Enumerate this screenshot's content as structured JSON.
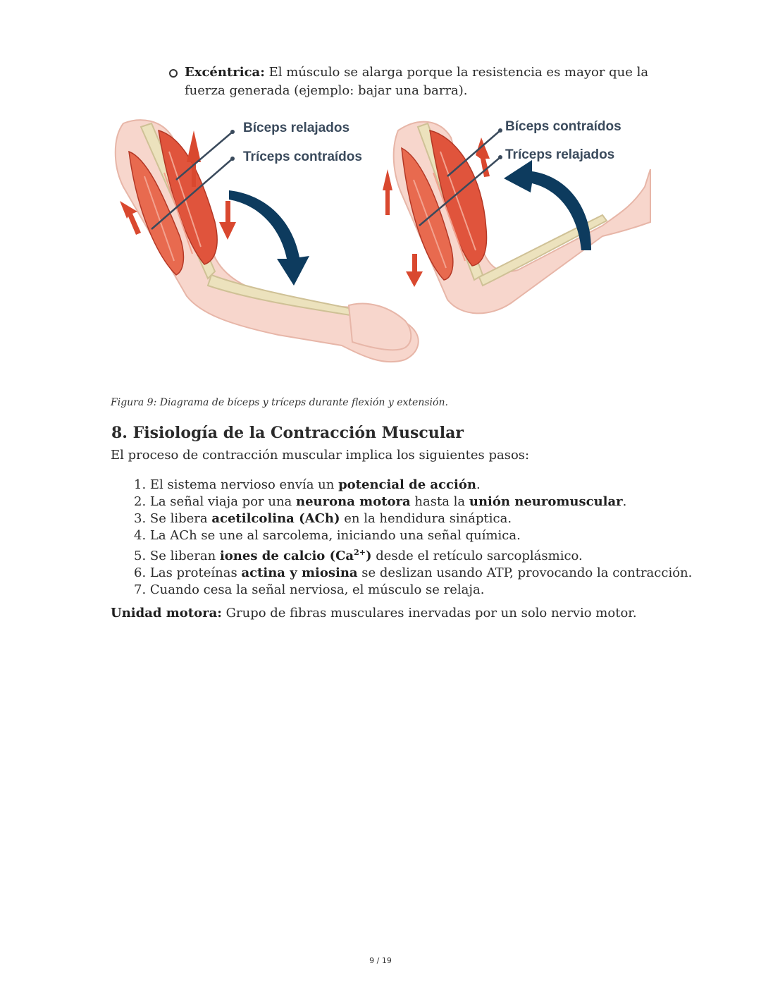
{
  "bullet": {
    "bold": "Excéntrica:",
    "text": " El músculo se alarga porque la resistencia es mayor que la fuerza generada (ejemplo: bajar una barra)."
  },
  "figure": {
    "labels": {
      "left_biceps": "Bíceps relajados",
      "left_triceps": "Tríceps contraídos",
      "right_biceps": "Bíceps contraídos",
      "right_triceps": "Tríceps relajados"
    },
    "caption": "Figura 9: Diagrama de bíceps y tríceps durante flexión y extensión.",
    "colors": {
      "muscle": "#e0543c",
      "skin": "#f6d2c8",
      "bone": "#e9dfb9",
      "arrow_navy": "#0d3b5e",
      "arrow_red": "#d9482f"
    }
  },
  "section": {
    "heading": "8. Fisiología de la Contracción Muscular",
    "intro": "El proceso de contracción muscular implica los siguientes pasos:"
  },
  "steps": [
    {
      "pre": "1. El sistema nervioso envía un ",
      "bold": "potencial de acción",
      "post": "."
    },
    {
      "pre": "2. La señal viaja por una ",
      "bold": "neurona motora",
      "mid": " hasta la ",
      "bold2": "unión neuromuscular",
      "post": "."
    },
    {
      "pre": "3. Se libera ",
      "bold": "acetilcolina (ACh)",
      "post": " en la hendidura sináptica."
    },
    {
      "pre": "4. La ACh se une al sarcolema, iniciando una señal química.",
      "bold": "",
      "post": ""
    },
    {
      "pre": "5. Se liberan ",
      "bold": "iones de calcio (Ca",
      "sup": "2+",
      "bold_end": ")",
      "post": " desde el retículo sarcoplásmico."
    },
    {
      "pre": "6. Las proteínas ",
      "bold": "actina y miosina",
      "post": " se deslizan usando ATP, provocando la contracción."
    },
    {
      "pre": "7. Cuando cesa la señal nerviosa, el músculo se relaja.",
      "bold": "",
      "post": ""
    }
  ],
  "motor_unit": {
    "bold": "Unidad motora:",
    "text": " Grupo de fibras musculares inervadas por un solo nervio motor."
  },
  "page_number": "9 / 19"
}
